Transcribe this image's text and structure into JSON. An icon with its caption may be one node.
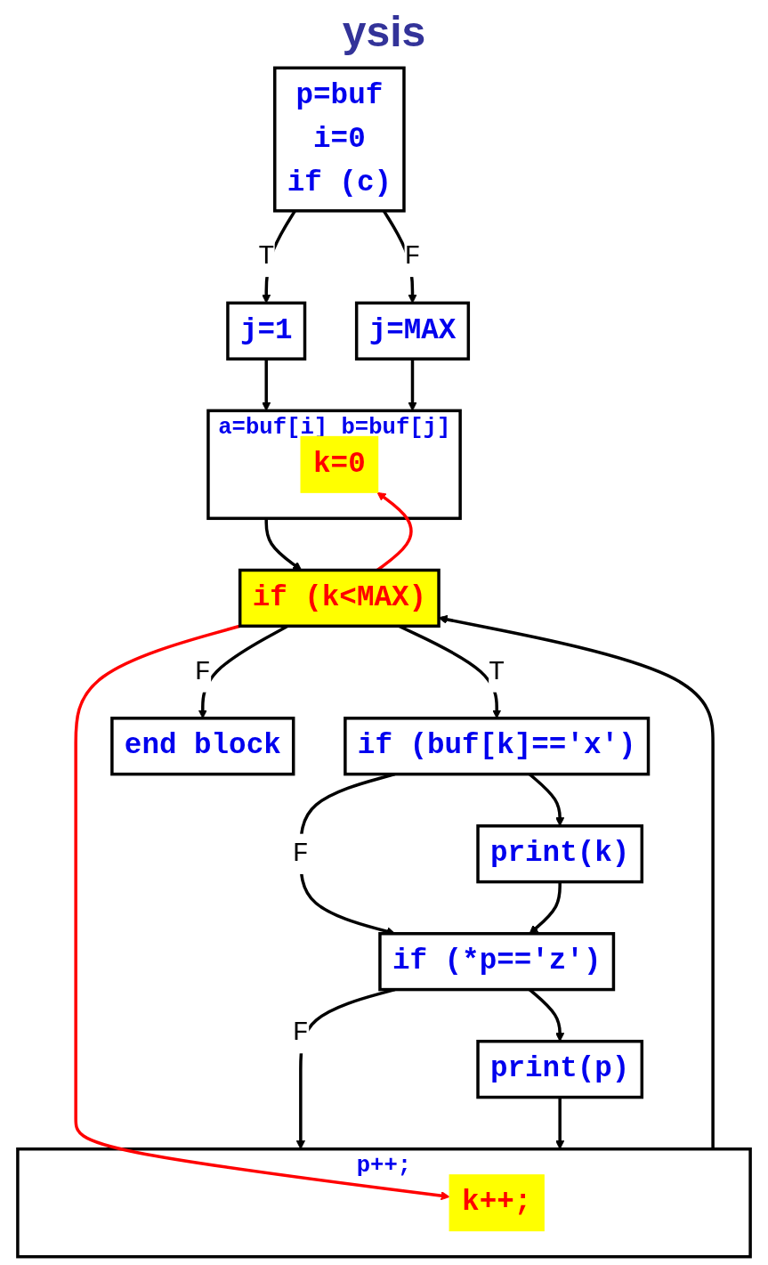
{
  "diagram": {
    "title": "ysis",
    "nodes": [
      {
        "text": [
          "p=buf",
          "i=0",
          "if (c)"
        ]
      },
      {
        "text": [
          "j=1"
        ]
      },
      {
        "text": [
          "j=MAX"
        ]
      },
      {
        "text": [
          "a=buf[i]",
          "b=buf[j]"
        ]
      },
      {
        "text": [
          "k=0"
        ],
        "in": 3
      },
      {
        "text": [
          "if (k<MAX)"
        ]
      },
      {
        "text": [
          "if (buf[k]=='x')"
        ]
      },
      {
        "text": [
          "print(k)"
        ]
      },
      {
        "text": [
          "if (*p=='z')"
        ]
      },
      {
        "text": [
          "print(p)"
        ]
      },
      {
        "text": [
          "p++;"
        ]
      },
      {
        "text": [
          "k++;"
        ],
        "in": 10
      },
      {
        "text": [
          "end block"
        ]
      }
    ],
    "edges": [
      {
        "from": 0,
        "to": 1,
        "arrow": "to",
        "label": "T"
      },
      {
        "from": 0,
        "to": 2,
        "arrow": "to",
        "label": "F"
      },
      {
        "from": 1,
        "to": 3,
        "arrow": "to"
      },
      {
        "from": 2,
        "to": 3,
        "arrow": "to"
      },
      {
        "from": 3,
        "to": 5,
        "arrow": "to"
      },
      {
        "from": 5,
        "to": 4,
        "arrow": "to",
        "color": "#ff0000"
      },
      {
        "from": 5,
        "to": 6,
        "arrow": "to",
        "label": "T"
      },
      {
        "from": 5,
        "to": 12,
        "arrow": "to",
        "label": "F"
      },
      {
        "from": 6,
        "to": 7,
        "arrow": "to"
      },
      {
        "from": 6,
        "to": 8,
        "arrow": "to",
        "label": "F"
      },
      {
        "from": 7,
        "to": 8,
        "arrow": "to"
      },
      {
        "from": 8,
        "to": 9,
        "arrow": "to"
      },
      {
        "from": 8,
        "to": 10,
        "arrow": "to",
        "label": "F"
      },
      {
        "from": 9,
        "to": 10,
        "arrow": "to"
      },
      {
        "from": 10,
        "to": 5,
        "arrow": "to"
      },
      {
        "from": 5,
        "to": 11,
        "arrow": "to",
        "color": "#ff0000"
      }
    ]
  }
}
